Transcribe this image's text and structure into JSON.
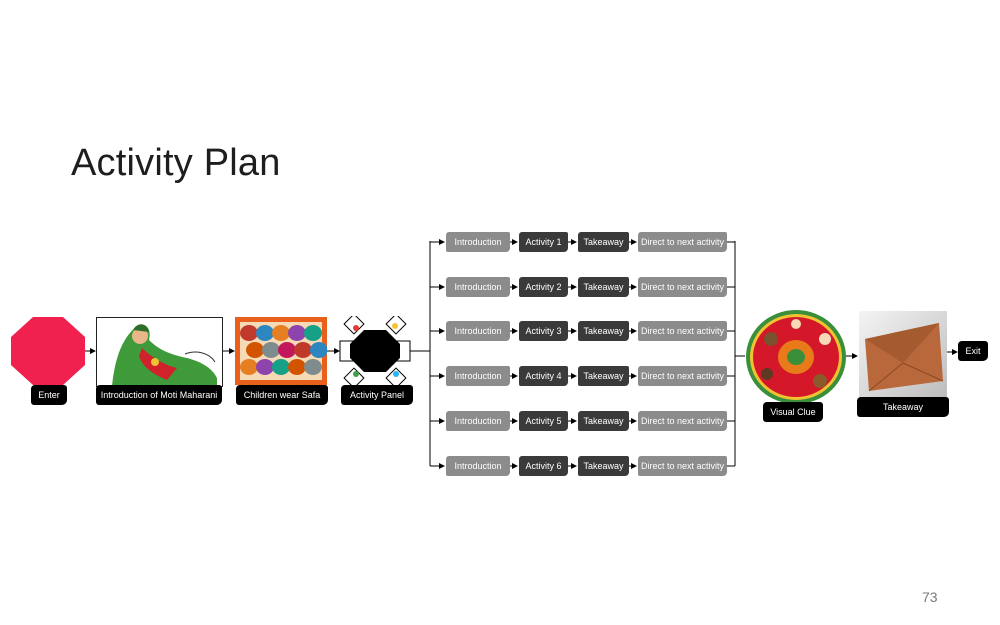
{
  "slide": {
    "title": "Activity Plan",
    "page_number": "73"
  },
  "flow": {
    "enter_label": "Enter",
    "intro_label": "Introduction of Moti Maharani",
    "safa_label": "Children wear Safa",
    "panel_label": "Activity Panel",
    "visual_clue_label": "Visual Clue",
    "takeaway_label": "Takeaway",
    "exit_label": "Exit"
  },
  "rows": [
    {
      "intro": "Introduction",
      "activity": "Activity 1",
      "takeaway": "Takeaway",
      "direct": "Direct to next activity"
    },
    {
      "intro": "Introduction",
      "activity": "Activity 2",
      "takeaway": "Takeaway",
      "direct": "Direct to next activity"
    },
    {
      "intro": "Introduction",
      "activity": "Activity 3",
      "takeaway": "Takeaway",
      "direct": "Direct to next activity"
    },
    {
      "intro": "Introduction",
      "activity": "Activity 4",
      "takeaway": "Takeaway",
      "direct": "Direct to next activity"
    },
    {
      "intro": "Introduction",
      "activity": "Activity 5",
      "takeaway": "Takeaway",
      "direct": "Direct to next activity"
    },
    {
      "intro": "Introduction",
      "activity": "Activity 6",
      "takeaway": "Takeaway",
      "direct": "Direct to next activity"
    }
  ],
  "colors": {
    "enter_octagon": "#f0204f",
    "safa_border": "#e8601c",
    "visual_clue_red": "#d4182a",
    "visual_clue_ring": "#3a8f3a",
    "envelope": "#b8683a",
    "pill_light": "#8c8c8c",
    "pill_dark": "#3a3a3a"
  }
}
